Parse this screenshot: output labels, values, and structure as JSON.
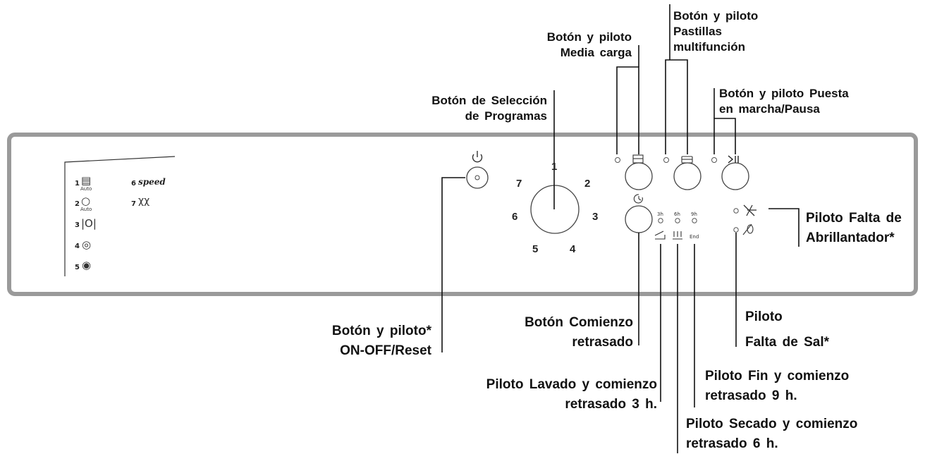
{
  "labels": {
    "media_carga": [
      "Botón y piloto",
      "Media carga"
    ],
    "pastillas": [
      "Botón y piloto",
      "Pastillas",
      "multifunción"
    ],
    "puesta_marcha": [
      "Botón y piloto Puesta",
      "en marcha/Pausa"
    ],
    "seleccion": [
      "Botón de Selección",
      "de Programas"
    ],
    "abrillantador": [
      "Piloto Falta de",
      "Abrillantador*"
    ],
    "on_off": [
      "Botón y piloto*",
      "ON-OFF/Reset"
    ],
    "comienzo": [
      "Botón  Comienzo",
      "retrasado"
    ],
    "sal": [
      "Piloto",
      "Falta de Sal*"
    ],
    "lavado": [
      "Piloto  Lavado y comienzo",
      "retrasado 3 h."
    ],
    "fin": [
      "Piloto  Fin  y  comienzo",
      "retrasado 9 h."
    ],
    "secado": [
      "Piloto  Secado  y  comienzo",
      "retrasado 6 h."
    ]
  },
  "program_list": {
    "items": [
      {
        "num": "1",
        "icon": "pot-icon",
        "sub": "Auto"
      },
      {
        "num": "2",
        "icon": "pan-icon",
        "sub": "Auto"
      },
      {
        "num": "3",
        "icon": "plate-icon",
        "sub": ""
      },
      {
        "num": "4",
        "icon": "eco-icon",
        "sub": ""
      },
      {
        "num": "5",
        "icon": "soak-icon",
        "sub": ""
      },
      {
        "num": "6",
        "icon": "speed-icon",
        "sub": "speed"
      },
      {
        "num": "7",
        "icon": "glasses-icon",
        "sub": ""
      }
    ]
  },
  "dial": {
    "numbers": [
      "1",
      "2",
      "3",
      "4",
      "5",
      "6",
      "7"
    ]
  },
  "delay": {
    "hours": [
      "3h",
      "6h",
      "9h"
    ],
    "end": "End"
  }
}
